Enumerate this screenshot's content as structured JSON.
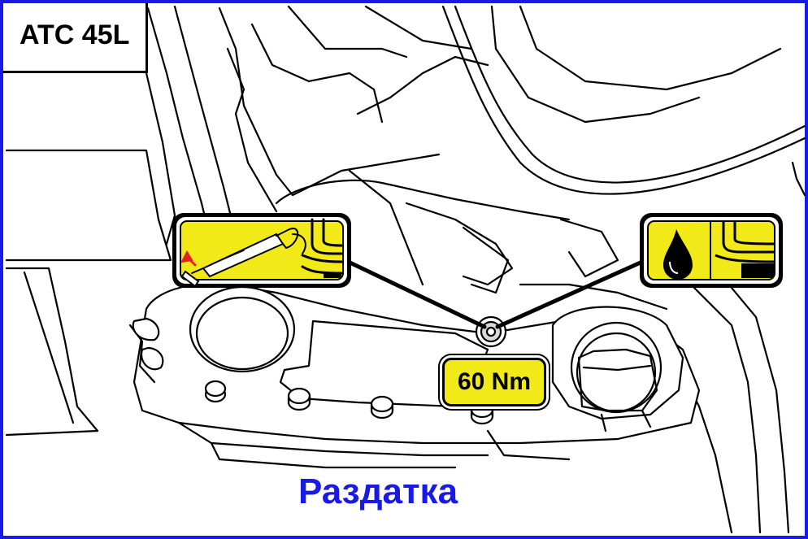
{
  "model_label": "ATC 45L",
  "torque_label": "60 Nm",
  "caption": "Раздатка",
  "colors": {
    "frame": "#1a1ae6",
    "caption": "#1a1ae6",
    "callout_fill": "#f2ea18",
    "line": "#000000"
  },
  "icons": {
    "drain_callout": "oil-extractor-pump-icon",
    "fill_callout": "oil-level-drop-icon"
  }
}
